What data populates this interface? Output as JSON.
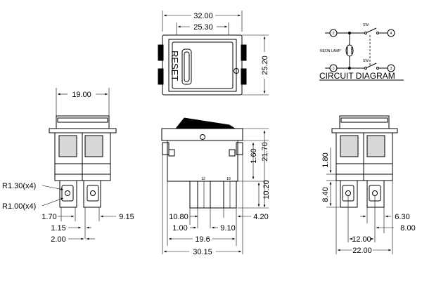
{
  "top_view": {
    "width_overall": "32.00",
    "width_inner": "25.30",
    "height": "25.20",
    "reset_label": "RESET"
  },
  "circuit": {
    "title": "CIRCUIT DIAGRAM",
    "lamp_label": "NEON LAMP",
    "sw_label": "SW",
    "terminals": [
      "2",
      "1",
      "3",
      "4"
    ]
  },
  "left_view": {
    "width": "19.00",
    "r_large": "R1.30(x4)",
    "r_small": "R1.00(x4)",
    "d_170": "1.70",
    "d_115": "1.15",
    "d_200": "2.00",
    "d_915": "9.15"
  },
  "front_view": {
    "pin_a": "12",
    "pin_b": "18",
    "d_160": "1.60",
    "d_2170": "21.70",
    "d_1020": "10.20",
    "d_1080": "10.80",
    "d_420": "4.20",
    "d_100": "1.00",
    "d_910": "9.10",
    "d_196": "19.6",
    "d_3015": "30.15"
  },
  "right_view": {
    "d_180": "1.80",
    "d_840": "8.40",
    "d_630": "6.30",
    "d_800": "8.00",
    "d_1200": "12.00",
    "d_2200": "22.00"
  }
}
